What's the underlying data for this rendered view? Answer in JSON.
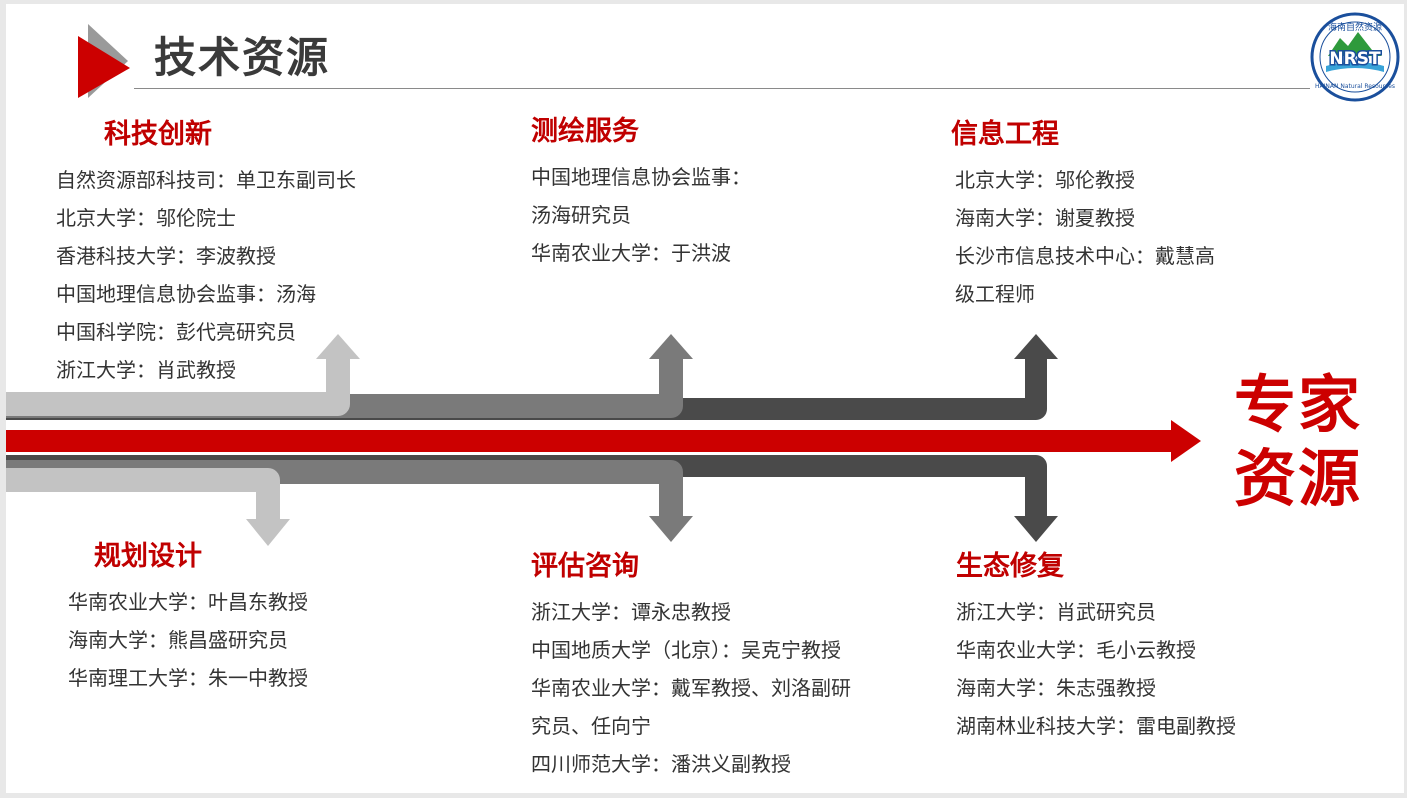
{
  "header": {
    "title": "技术资源",
    "logo": {
      "icon": "nrst-logo-icon",
      "top_text": "海南自然资源",
      "abbr": "NRST",
      "bottom_text": "HAINAN Natural Resources"
    }
  },
  "main_label": "专家资源",
  "colors": {
    "accent": "#cc0000",
    "title_text": "#3a3a3a",
    "body_text": "#333333"
  },
  "groups": [
    {
      "title": "科技创新",
      "items": [
        "自然资源部科技司：单卫东副司长",
        "北京大学：邬伦院士",
        "香港科技大学：李波教授",
        "中国地理信息协会监事：汤海",
        "中国科学院：彭代亮研究员",
        "浙江大学：肖武教授"
      ]
    },
    {
      "title": "测绘服务",
      "items": [
        "中国地理信息协会监事：",
        "汤海研究员",
        "华南农业大学：于洪波"
      ]
    },
    {
      "title": "信息工程",
      "items": [
        "北京大学：邬伦教授",
        "海南大学：谢夏教授",
        "长沙市信息技术中心：戴慧高",
        "级工程师"
      ]
    },
    {
      "title": "规划设计",
      "items": [
        "华南农业大学：叶昌东教授",
        "海南大学：熊昌盛研究员",
        "华南理工大学：朱一中教授"
      ]
    },
    {
      "title": "评估咨询",
      "items": [
        "浙江大学：谭永忠教授",
        "中国地质大学（北京）：吴克宁教授",
        "华南农业大学：戴军教授、刘洛副研",
        "究员、任向宁",
        "四川师范大学：潘洪义副教授"
      ]
    },
    {
      "title": "生态修复",
      "items": [
        "浙江大学：肖武研究员",
        "华南农业大学：毛小云教授",
        "海南大学：朱志强教授",
        "湖南林业科技大学：雷电副教授"
      ]
    }
  ]
}
